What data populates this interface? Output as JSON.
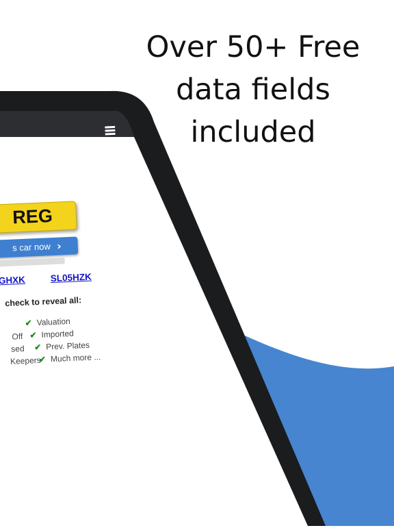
{
  "headline": {
    "lines": [
      "Over 50+ Free",
      "data fields",
      "included"
    ]
  },
  "screen": {
    "title": "eck",
    "plate_text": "REG",
    "cta_label": "s car now",
    "example_regs": [
      "GHXK",
      "SL05HZK"
    ],
    "reveal_text": "check to reveal all:",
    "features_left": [
      "Off",
      "sed",
      "Keepers"
    ],
    "features_right": [
      "Valuation",
      "Imported",
      "Prev. Plates",
      "Much more ..."
    ]
  },
  "colors": {
    "accent_blue": "#4785d0",
    "bezel": "#1b1c1e",
    "plate_yellow": "#f4d31c",
    "link_blue": "#1515c8",
    "check_green": "#1b8a1b"
  },
  "icons": {
    "menu": "hamburger-icon",
    "chevron": "chevron-right-icon",
    "check": "check-icon"
  }
}
